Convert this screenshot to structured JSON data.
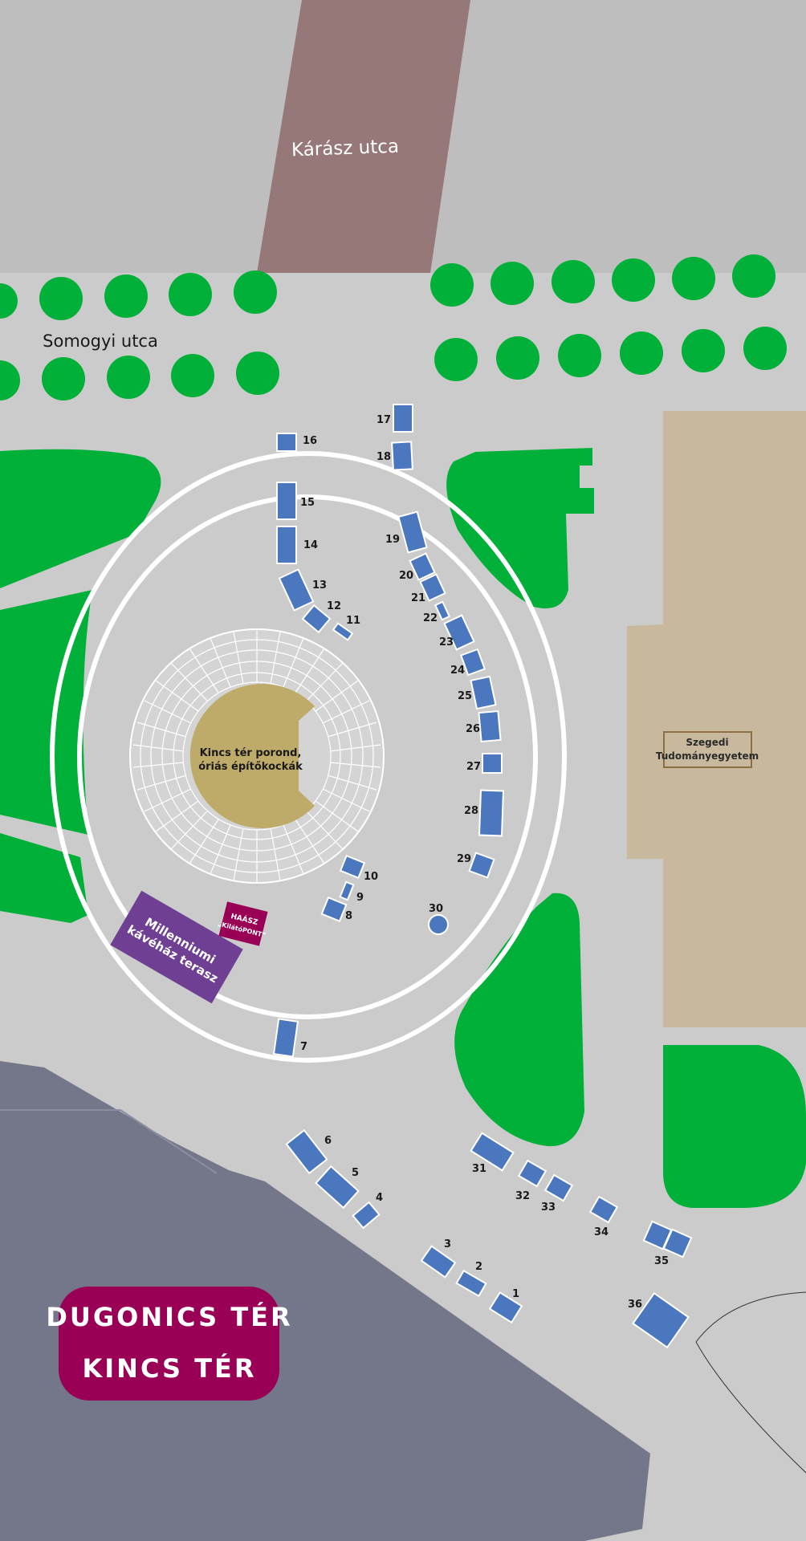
{
  "map": {
    "street_top": "Kárász utca",
    "street_left": "Somogyi utca",
    "arena_label_line1": "Kincs tér porond,",
    "arena_label_line2": "óriás építőkockák",
    "university_line1": "Szegedi",
    "university_line2": "Tudományegyetem",
    "cafe_line1": "Millenniumi",
    "cafe_line2": "kávéház terasz",
    "kilato_line1": "HAÁSZ",
    "kilato_line2": "„KilátóPONT”",
    "title_line1": "DUGONICS TÉR",
    "title_line2": "KINCS TÉR"
  },
  "stalls": [
    {
      "n": "1"
    },
    {
      "n": "2"
    },
    {
      "n": "3"
    },
    {
      "n": "4"
    },
    {
      "n": "5"
    },
    {
      "n": "6"
    },
    {
      "n": "7"
    },
    {
      "n": "8"
    },
    {
      "n": "9"
    },
    {
      "n": "10"
    },
    {
      "n": "11"
    },
    {
      "n": "12"
    },
    {
      "n": "13"
    },
    {
      "n": "14"
    },
    {
      "n": "15"
    },
    {
      "n": "16"
    },
    {
      "n": "17"
    },
    {
      "n": "18"
    },
    {
      "n": "19"
    },
    {
      "n": "20"
    },
    {
      "n": "21"
    },
    {
      "n": "22"
    },
    {
      "n": "23"
    },
    {
      "n": "24"
    },
    {
      "n": "25"
    },
    {
      "n": "26"
    },
    {
      "n": "27"
    },
    {
      "n": "28"
    },
    {
      "n": "29"
    },
    {
      "n": "30"
    },
    {
      "n": "31"
    },
    {
      "n": "32"
    },
    {
      "n": "33"
    },
    {
      "n": "34"
    },
    {
      "n": "35"
    },
    {
      "n": "36"
    }
  ],
  "colors": {
    "ground": "#cbcbcb",
    "street": "#977878",
    "green": "#00b038",
    "stall": "#4a77bd",
    "building": "#c8b89e",
    "tram": "#737789",
    "cafe": "#6e3f93",
    "title_badge": "#990055",
    "arena": "#bfab69"
  }
}
